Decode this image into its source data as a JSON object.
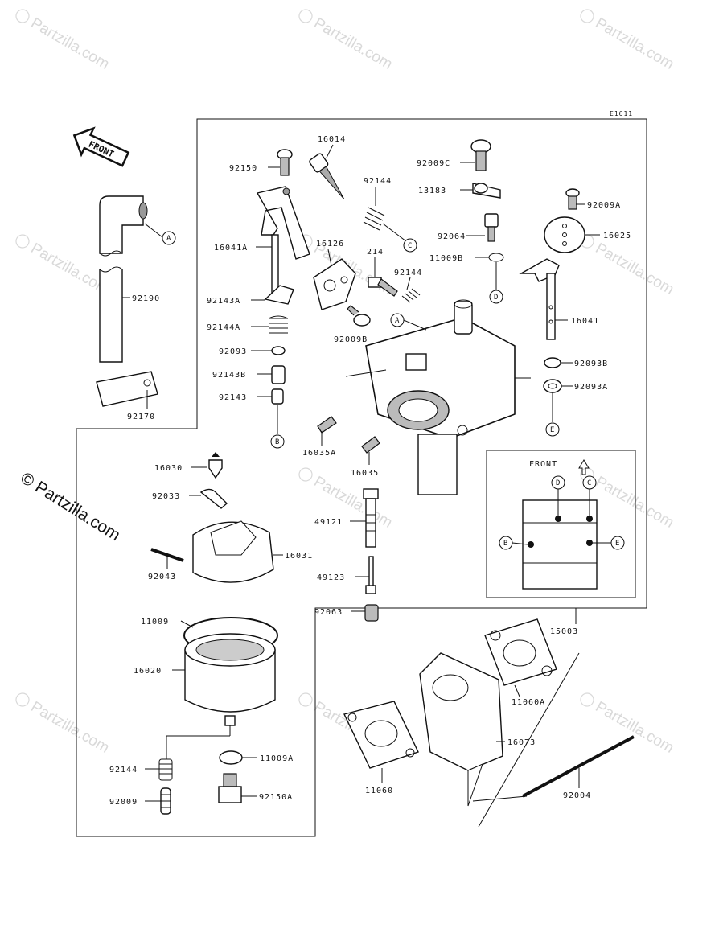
{
  "diagram_code": "E1611",
  "front_arrow_label": "FRONT",
  "inset": {
    "front_label": "FRONT",
    "markers": [
      "B",
      "D",
      "C",
      "E"
    ]
  },
  "watermark": {
    "text": "Partzilla.com",
    "copyright_text": "© Partzilla.com"
  },
  "callouts": [
    "A",
    "A",
    "B",
    "B",
    "C",
    "C",
    "D",
    "D",
    "E",
    "E"
  ],
  "part_labels": {
    "p16014": "16014",
    "p92150": "92150",
    "p92144_top": "92144",
    "p92009c": "92009C",
    "p13183": "13183",
    "p92009a": "92009A",
    "p16025": "16025",
    "p16041a": "16041A",
    "p16126": "16126",
    "p214": "214",
    "p92144_mid": "92144",
    "p92064": "92064",
    "p11009b": "11009B",
    "p16041": "16041",
    "p92190": "92190",
    "p92143a": "92143A",
    "p92144a": "92144A",
    "p92009b": "92009B",
    "p92093": "92093",
    "p92143b": "92143B",
    "p92143": "92143",
    "p92093b": "92093B",
    "p92093a": "92093A",
    "p92170": "92170",
    "p16035a": "16035A",
    "p16035": "16035",
    "p16030": "16030",
    "p92033": "92033",
    "p49121": "49121",
    "p16031": "16031",
    "p92043": "92043",
    "p49123": "49123",
    "p92063": "92063",
    "p11009": "11009",
    "p15003": "15003",
    "p16020": "16020",
    "p11060a": "11060A",
    "p16073": "16073",
    "p92144_bot": "92144",
    "p11009a": "11009A",
    "p11060": "11060",
    "p92004": "92004",
    "p92009": "92009",
    "p92150a": "92150A"
  }
}
